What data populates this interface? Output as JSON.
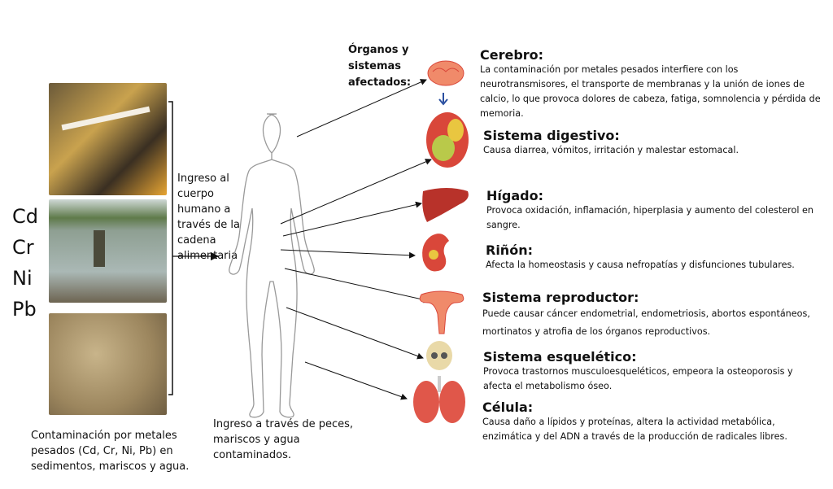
{
  "metals": [
    "Cd",
    "Cr",
    "Ni",
    "Pb"
  ],
  "left_caption": "Contaminación por metales pesados (Cd, Cr, Ni, Pb) en sedimentos, mariscos y agua.",
  "intake_label": "Ingreso al cuerpo humano a través de la cadena alimentaria",
  "bottom_caption": "Ingreso a través de peces, mariscos y agua contaminados.",
  "organs_heading": "Órganos y sistemas afectados:",
  "organs": [
    {
      "title": "Cerebro:",
      "text": "La contaminación por metales pesados interfiere con los neurotransmisores, el transporte de membranas y la unión de iones de calcio, lo que provoca dolores de cabeza, fatiga, somnolencia y pérdida de memoria.",
      "icon": "brain-icon"
    },
    {
      "title": "Sistema digestivo:",
      "text": "Causa diarrea, vómitos, irritación y malestar estomacal.",
      "icon": "digestive-system-icon"
    },
    {
      "title": "Hígado:",
      "text": "Provoca oxidación, inflamación, hiperplasia y aumento del colesterol en sangre.",
      "icon": "liver-icon"
    },
    {
      "title": "Riñón:",
      "text": "Afecta la homeostasis y causa nefropatías y disfunciones tubulares.",
      "icon": "kidney-icon"
    },
    {
      "title": "Sistema reproductor:",
      "text": "Puede causar cáncer endometrial, endometriosis, abortos espontáneos, mortinatos y atrofia de los órganos reproductivos.",
      "icon": "uterus-icon"
    },
    {
      "title": "Sistema esquelético:",
      "text": "Provoca trastornos musculoesqueléticos, empeora la osteoporosis y afecta el metabolismo óseo.",
      "icon": "skull-icon"
    },
    {
      "title": "Célula:",
      "text": "Causa daño a lípidos y proteínas, altera la actividad metabólica, enzimática y del ADN a través de la producción de radicales libres.",
      "icon": "lungs-icon"
    }
  ],
  "colors": {
    "organ": "#d9473a",
    "organ_light": "#f08a6a",
    "skeleton": "#e9d9a8",
    "bile": "#e9c640"
  }
}
